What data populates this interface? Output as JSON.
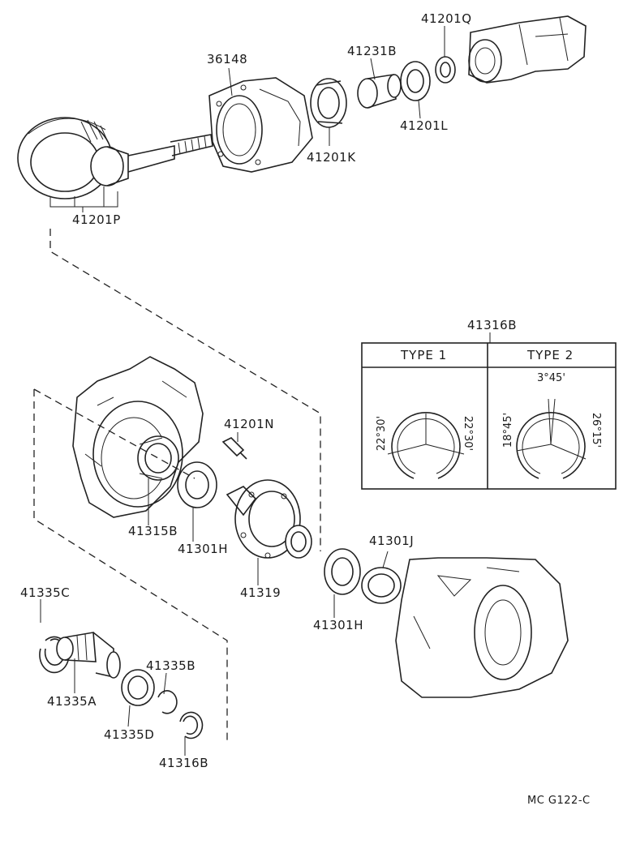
{
  "parts": {
    "p41201Q": "41201Q",
    "p36148": "36148",
    "p41231B": "41231B",
    "p41201L": "41201L",
    "p41201K": "41201K",
    "p41201P": "41201P",
    "p41316B_top": "41316B",
    "p41201N": "41201N",
    "p41315B": "41315B",
    "p41301H_left": "41301H",
    "p41319": "41319",
    "p41301J": "41301J",
    "p41301H_right": "41301H",
    "p41335C": "41335C",
    "p41335B": "41335B",
    "p41335A": "41335A",
    "p41335D": "41335D",
    "p41316B_bottom": "41316B"
  },
  "type_table": {
    "type1_header": "TYPE  1",
    "type2_header": "TYPE  2",
    "type1_angle_left": "22°30'",
    "type1_angle_right": "22°30'",
    "type2_angle_top": "3°45'",
    "type2_angle_left": "18°45'",
    "type2_angle_right": "26°15'"
  },
  "footer": {
    "code": "MC  G122-C"
  }
}
